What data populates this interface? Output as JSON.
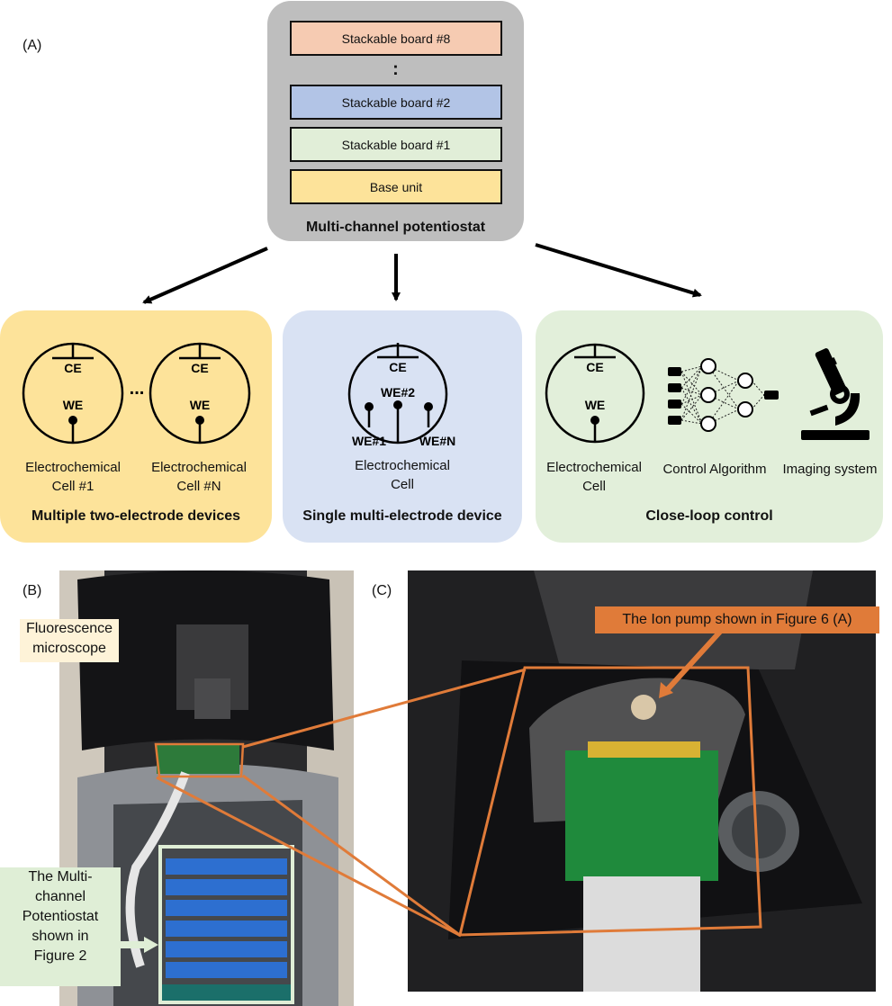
{
  "panel_labels": {
    "a": "(A)",
    "b": "(B)",
    "c": "(C)"
  },
  "stack": {
    "boards": [
      {
        "label": "Stackable board #8",
        "color": "#f6cbb2"
      },
      {
        "label": "Stackable board #2",
        "color": "#b2c4e6"
      },
      {
        "label": "Stackable board #1",
        "color": "#e1eed8"
      },
      {
        "label": "Base unit",
        "color": "#fde39a"
      }
    ],
    "ellipsis": ":",
    "title": "Multi-channel potentiostat"
  },
  "groups": {
    "multiple": {
      "color": "#fde39a",
      "electrodes": {
        "ce": "CE",
        "we": "WE"
      },
      "separator": "...",
      "cell1_caption": [
        "Electrochemical",
        "Cell #1"
      ],
      "cellN_caption": [
        "Electrochemical",
        "Cell #N"
      ],
      "title": "Multiple two-electrode devices"
    },
    "single": {
      "color": "#d9e2f3",
      "electrodes": {
        "ce": "CE",
        "we2": "WE#2",
        "we1": "WE#1",
        "wen": "WE#N"
      },
      "caption": [
        "Electrochemical",
        "Cell"
      ],
      "title": "Single multi-electrode device"
    },
    "closeloop": {
      "color": "#e2efda",
      "electrodes": {
        "ce": "CE",
        "we": "WE"
      },
      "cell_caption": [
        "Electrochemical",
        "Cell"
      ],
      "algo_caption": "Control Algorithm",
      "imaging_caption": "Imaging system",
      "title": "Close-loop control"
    }
  },
  "photo_b": {
    "callout_microscope": [
      "Fluorescence",
      "microscope"
    ],
    "callout_potentiostat": [
      "The Multi-",
      "channel",
      "Potentiostat",
      "shown in",
      "Figure 2"
    ]
  },
  "photo_c": {
    "callout_ionpump": "The Ion pump shown in Figure 6 (A)"
  },
  "colors": {
    "orange": "#e07b39",
    "green_frame": "#dfeed6",
    "callout_cream": "#fef3d8"
  }
}
